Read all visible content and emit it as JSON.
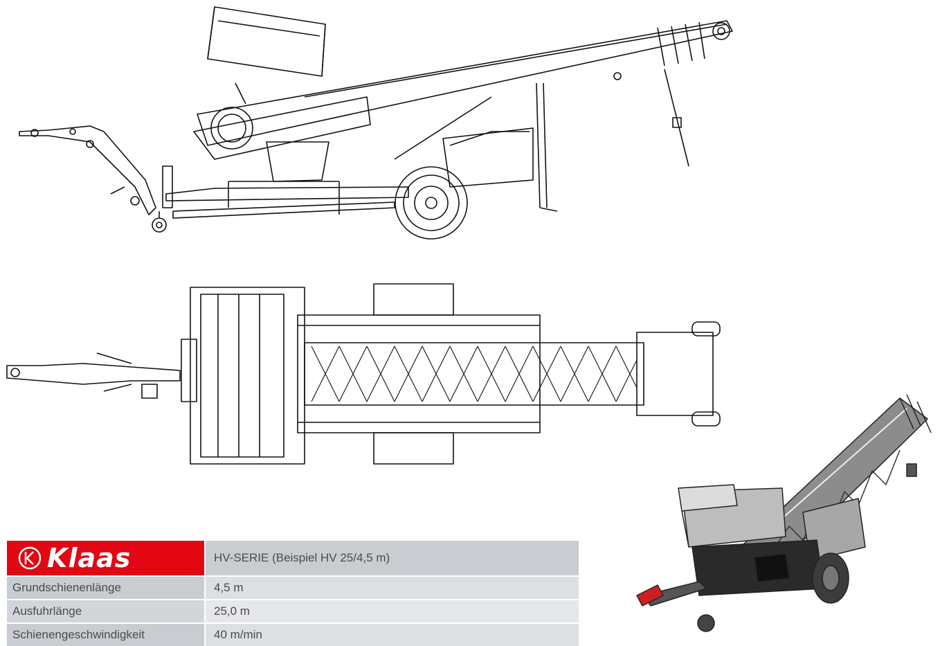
{
  "brand": {
    "name": "Klaas",
    "logo": "klaas-logo",
    "color": "#e30613"
  },
  "series_title": "HV-SERIE (Beispiel HV 25/4,5 m)",
  "specs": [
    {
      "label": "Grundschienenlänge",
      "value": "4,5 m"
    },
    {
      "label": "Ausfuhrlänge",
      "value": "25,0 m"
    },
    {
      "label": "Schienengeschwindigkeit",
      "value": "40 m/min"
    }
  ],
  "colors": {
    "header_bg": "#c9cdd1",
    "row_bg": "#dde0e3"
  }
}
